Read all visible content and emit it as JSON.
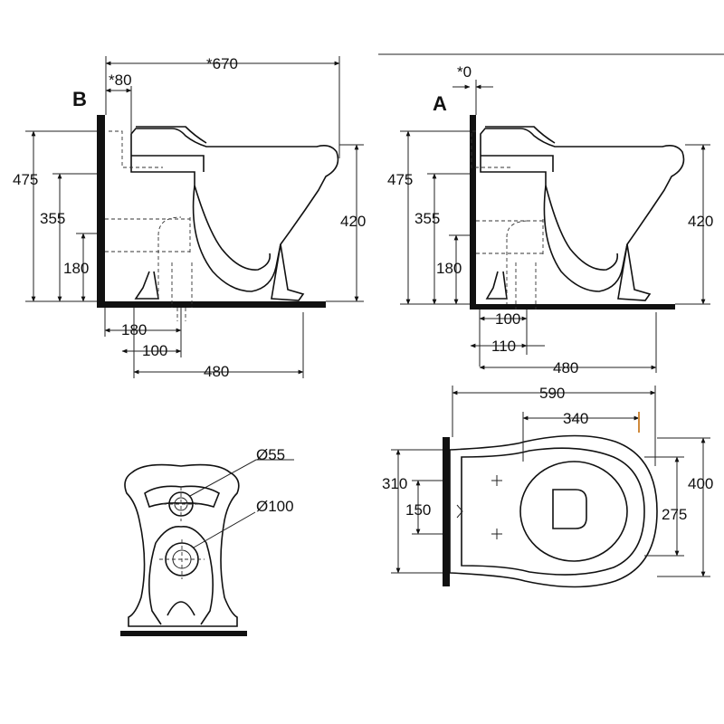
{
  "views": {
    "side_b": {
      "letter": "B",
      "dims": {
        "top_overall": "*670",
        "wall_offset": "*80",
        "height_total": "475",
        "height_outlet": "355",
        "height_low": "180",
        "height_bowl": "420",
        "base_outlet": "180",
        "base_inner": "100",
        "base_depth": "480"
      }
    },
    "side_a": {
      "letter": "A",
      "dims": {
        "wall_offset": "*0",
        "height_total": "475",
        "height_outlet": "355",
        "height_low": "180",
        "height_bowl": "420",
        "base_inner": "100",
        "base_outlet": "110",
        "base_depth": "480"
      }
    },
    "front": {
      "dims": {
        "small_diameter": "Ø55",
        "large_diameter": "Ø100"
      }
    },
    "top": {
      "dims": {
        "overall_length": "590",
        "seat_length": "340",
        "width_fixing": "310",
        "width_inner": "150",
        "width_total": "400",
        "seat_width": "275"
      }
    }
  }
}
